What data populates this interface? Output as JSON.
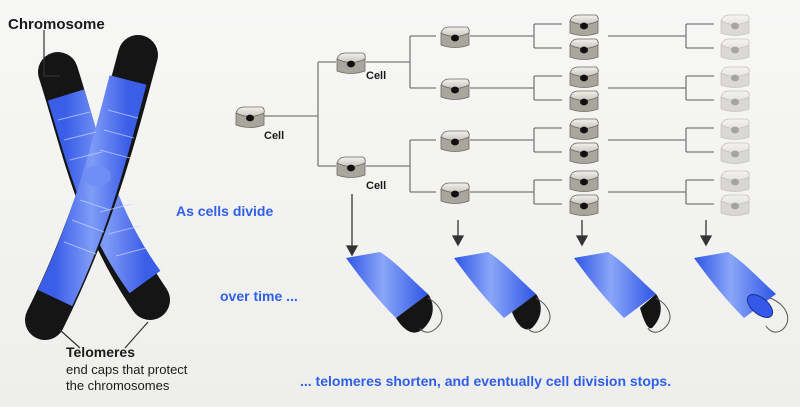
{
  "labels": {
    "chromosome": "Chromosome",
    "cell": "Cell",
    "telomeres_title": "Telomeres",
    "telomeres_desc_1": "end caps that protect",
    "telomeres_desc_2": "the chromosomes",
    "as_cells_divide": "As cells divide",
    "over_time": "over time ...",
    "shorten": "... telomeres shorten, and eventually cell division stops."
  },
  "colors": {
    "chromosome_blue": "#4a6cf0",
    "chromosome_light": "#7f9cf7",
    "telomere_black": "#151515",
    "accent_text": "#2f5fe8",
    "cell_body": "#d8d6d0",
    "line": "#7a7a7a"
  },
  "icons": [
    "chromosome-x",
    "cell",
    "telomere-segment",
    "down-arrow"
  ]
}
